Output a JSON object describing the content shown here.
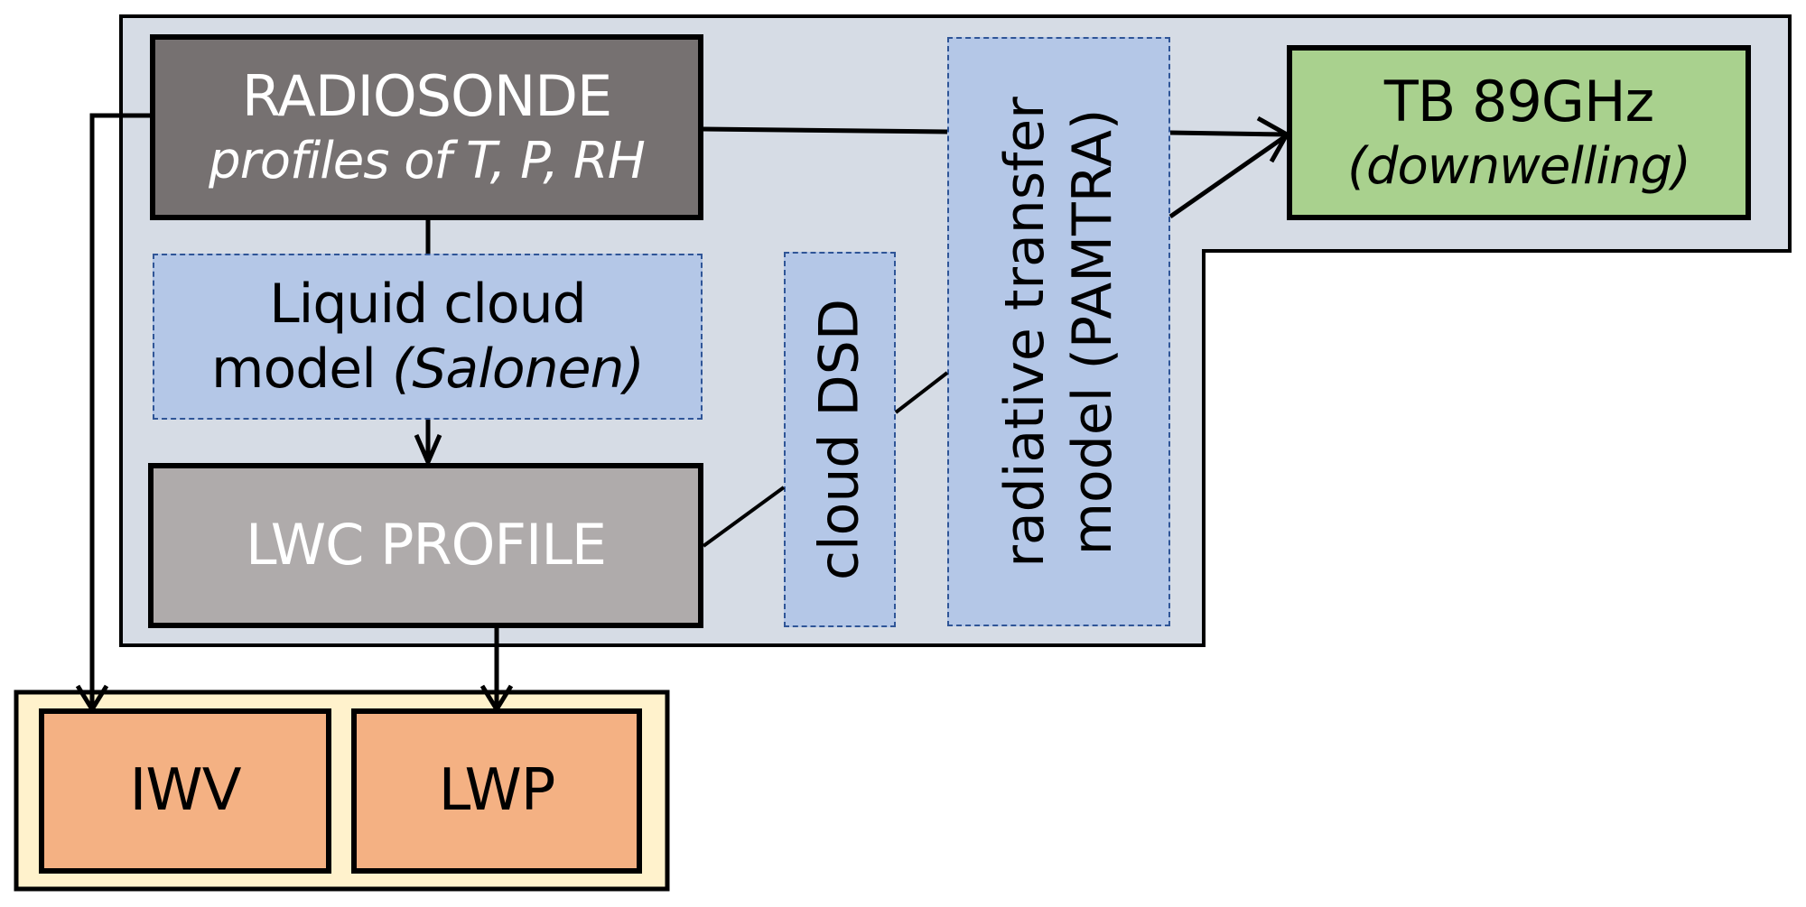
{
  "colors": {
    "panel_bg": "#D6DCE5",
    "radiosonde_bg": "#767171",
    "lwc_bg": "#AFABAB",
    "model_bg": "#B4C7E7",
    "model_border": "#2F5597",
    "tb_bg": "#A9D18E",
    "output_group_bg": "#FFF2CC",
    "output_bg": "#F4B183",
    "line": "#000000"
  },
  "nodes": {
    "radiosonde": {
      "title": "RADIOSONDE",
      "subtitle": "profiles of T, P, RH"
    },
    "liquid_cloud": {
      "line1": "Liquid cloud",
      "line2_plain": "model ",
      "line2_italic": "(Salonen)"
    },
    "lwc_profile": {
      "title": "LWC PROFILE"
    },
    "cloud_dsd": {
      "label": "cloud DSD"
    },
    "radiative": {
      "line1": "radiative transfer",
      "line2": "model (PAMTRA)"
    },
    "tb": {
      "title": "TB 89GHz",
      "subtitle": "(downwelling)"
    },
    "iwv": {
      "label": "IWV"
    },
    "lwp": {
      "label": "LWP"
    }
  },
  "edges": [
    {
      "from": "radiosonde",
      "to": "liquid_cloud"
    },
    {
      "from": "liquid_cloud",
      "to": "lwc_profile"
    },
    {
      "from": "radiosonde",
      "to": "iwv"
    },
    {
      "from": "lwc_profile",
      "to": "lwp"
    },
    {
      "from": "radiosonde",
      "to": "tb",
      "via": "radiative"
    },
    {
      "from": "lwc_profile",
      "to": "tb",
      "via": [
        "cloud_dsd",
        "radiative"
      ]
    }
  ]
}
